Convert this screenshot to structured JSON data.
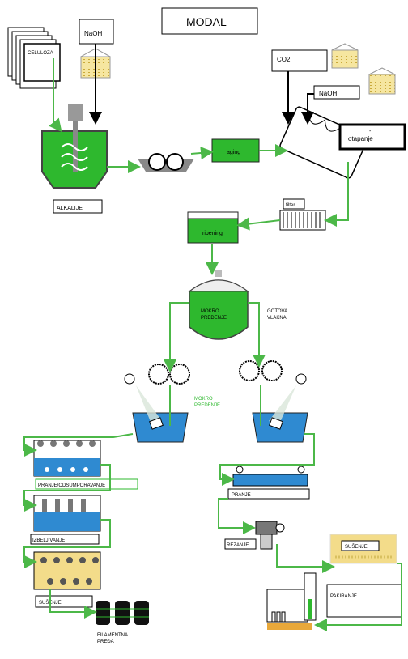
{
  "title": "MODAL",
  "inputs": {
    "celuloza": "CELULOZA",
    "naoh_1": "NaOH",
    "co2": "CO2",
    "naoh_2": "NaOH"
  },
  "steps": {
    "alkalije": "ALKALIJE",
    "aging": "aging",
    "otapanje": "otapanje",
    "otapanje_dash": "-",
    "filter": "filter",
    "ripening": "ripening",
    "mokro_tank": "MOKRO\nPREDENJE",
    "gotova_vlakna": "GOTOVA\nVLAKNA",
    "mokro_predenje": "MOKRO\nPREDENJE",
    "pranje_left": "PRANJE/ODSUMPORAVANJE",
    "izbeljivanje": "IZBELJIVANJE",
    "susenje_left": "SUŠENJE",
    "filamentna_pređa": "FILAMENTNA\nPREĐA",
    "pranje_right": "PRANJE",
    "rezanje": "REZANJE",
    "susenje_right": "SUŠENJE",
    "pakiranje": "PAKIRANJE"
  },
  "colors": {
    "flow_green": "#4cb848",
    "tank_green": "#2eb82e",
    "bath_blue": "#2f8ad1",
    "sand": "#f3dc8a",
    "beige_dots": "#d8c060"
  }
}
